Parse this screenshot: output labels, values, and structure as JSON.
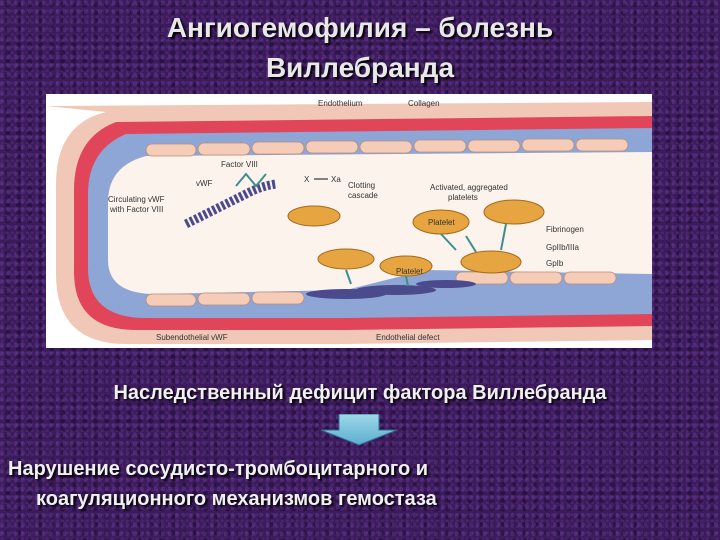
{
  "slide": {
    "title_line1": "Ангиогемофилия – болезнь",
    "title_line2": "Виллебранда",
    "statement": "Наследственный дефицит фактора Виллебранда",
    "consequence_line1": "Нарушение  сосудисто-тромбоцитарного и",
    "consequence_line2": "коагуляционного механизмов гемостаза"
  },
  "diagram": {
    "labels": {
      "endothelium": "Endothelium",
      "collagen": "Collagen",
      "factor_viii": "Factor VIII",
      "vwf": "vWF",
      "x": "X",
      "xa": "Xa",
      "clotting_cascade_1": "Clotting",
      "clotting_cascade_2": "cascade",
      "activated_1": "Activated, aggregated",
      "activated_2": "platelets",
      "circulating_1": "Circulating vWF",
      "circulating_2": "with Factor VIII",
      "platelet_top": "Platelet",
      "platelet_bottom": "Platelet",
      "fibrinogen": "Fibrinogen",
      "gpiib": "GpIIb/IIIa",
      "gpib": "GpIb",
      "subendothelial": "Subendothelial vWF",
      "endothelial_defect": "Endothelial defect"
    },
    "colors": {
      "outer_wall": "#f1c8b8",
      "red_layer": "#e0455a",
      "blue_layer": "#8ea6d6",
      "endothelial_cell": "#f4ccb8",
      "lumen": "#fbf3ec",
      "platelet": "#e6a540",
      "vwf_strand": "#4a4a8c"
    }
  }
}
